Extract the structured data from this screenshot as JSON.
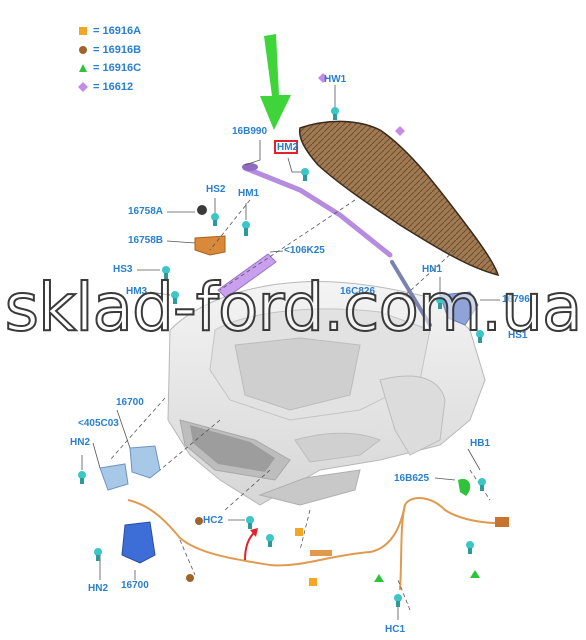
{
  "legend": [
    {
      "label": "= 16916A",
      "shape": "square",
      "color": "#f5a623"
    },
    {
      "label": "= 16916B",
      "shape": "circle",
      "color": "#a0642a"
    },
    {
      "label": "= 16916C",
      "shape": "triangle",
      "color": "#2ec43a"
    },
    {
      "label": "= 16612",
      "shape": "diamond",
      "color": "#c48be8"
    }
  ],
  "labels": {
    "hw1": "HW1",
    "l16b990": "16B990",
    "hm2_top": "HM2",
    "hs2": "HS2",
    "hm1_top": "HM1",
    "l16758a": "16758A",
    "l16758b": "16758B",
    "l106k25": "<106K25",
    "hs3": "HS3",
    "hm3": "HM3",
    "l16c826": "16C826",
    "hn1": "HN1",
    "l16796": "16796",
    "hs1": "HS1",
    "l16700_top": "16700",
    "l405c03": "<405C03",
    "hn2_left": "HN2",
    "hb1": "HB1",
    "l16b625": "16B625",
    "hc2": "HC2",
    "hn2_bottom": "HN2",
    "l16700_bottom": "16700",
    "hc1": "HC1"
  },
  "watermark": "sklad-ford.com.ua",
  "colors": {
    "label_blue": "#2a7fd0",
    "clip_teal": "#3cc6c6",
    "hood": "#a07a52",
    "support_purple": "#b58ce0",
    "wire_orange": "#e09a50",
    "arrow_green": "#3fd43a",
    "highlight_red": "#e0232b"
  }
}
